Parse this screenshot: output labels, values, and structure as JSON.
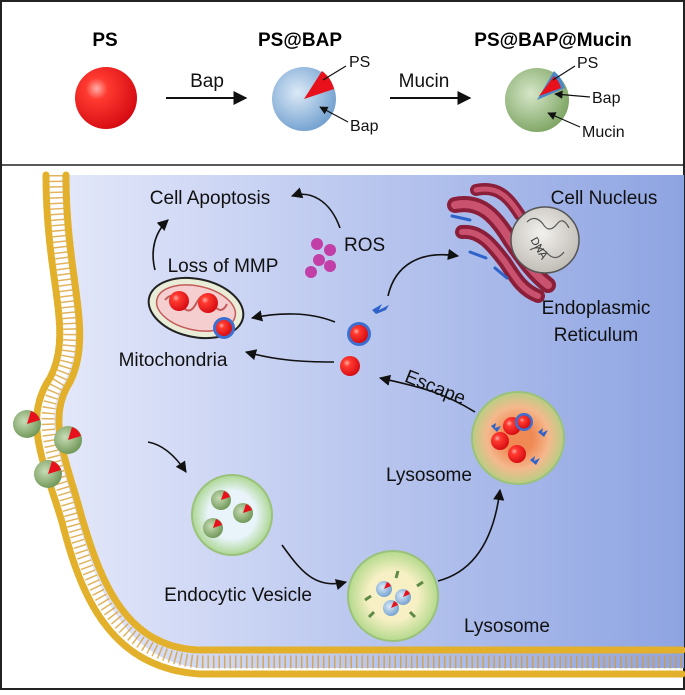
{
  "top_panel": {
    "ps_title": "PS",
    "ps_bap_title": "PS@BAP",
    "ps_bap_mucin_title": "PS@BAP@Mucin",
    "arrow1_label": "Bap",
    "arrow2_label": "Mucin",
    "ps_bap_callouts": [
      "PS",
      "Bap"
    ],
    "ps_bap_mucin_callouts": [
      "PS",
      "Bap",
      "Mucin"
    ]
  },
  "cell_panel": {
    "cell_apoptosis": "Cell Apoptosis",
    "ros": "ROS",
    "loss_of_mmp": "Loss of MMP",
    "mitochondria": "Mitochondria",
    "cell_nucleus": "Cell Nucleus",
    "dna": "DNA",
    "endoplasmic": "Endoplasmic",
    "reticulum": "Reticulum",
    "escape": "Escape",
    "lysosome_upper": "Lysosome",
    "endocytic_vesicle": "Endocytic Vesicle",
    "lysosome_lower": "Lysosome"
  },
  "colors": {
    "ps_red": "#e8101a",
    "bap_blue": "#7eaed9",
    "mucin_green": "#8fb173",
    "ros_magenta": "#c13fa6",
    "cytoplasm_blue": "#8aa3e0",
    "membrane_gold": "#e2b02a"
  }
}
